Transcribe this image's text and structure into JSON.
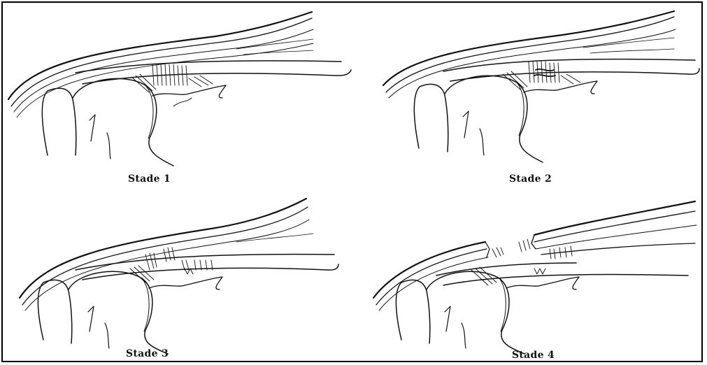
{
  "figure": {
    "stages": [
      {
        "label": "Stade 1",
        "tear": "none"
      },
      {
        "label": "Stade 2",
        "tear": "partial"
      },
      {
        "label": "Stade 3",
        "tear": "partial-deep"
      },
      {
        "label": "Stade 4",
        "tear": "complete"
      }
    ]
  }
}
